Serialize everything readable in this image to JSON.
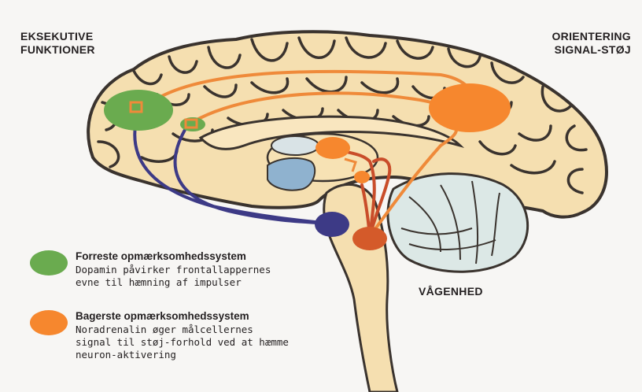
{
  "labels": {
    "executive_line1": "EKSEKUTIVE",
    "executive_line2": "FUNKTIONER",
    "orienting_line1": "ORIENTERING",
    "orienting_line2": "SIGNAL-STØJ",
    "wakefulness": "VÅGENHED"
  },
  "legend": {
    "anterior": {
      "title": "Forreste opmærksomhedssystem",
      "line1": "Dopamin påvirker frontallappernes",
      "line2": "evne til hæmning af impulser",
      "color": "#6aab4f"
    },
    "posterior": {
      "title": "Bagerste opmærksomhedssystem",
      "line1": "Noradrenalin øger målcellernes",
      "line2": "signal til støj-forhold ved at hæmme",
      "line3": "neuron-aktivering",
      "color": "#f6872e"
    }
  },
  "colors": {
    "brain_fill": "#f5dfb0",
    "brain_outline": "#3a332e",
    "green_region": "#6aab4f",
    "orange_region": "#f6872e",
    "dark_orange": "#d45a2a",
    "purple_region": "#3d3a86",
    "purple_path": "#3d3a86",
    "orange_path": "#ef8a3a",
    "red_path": "#c94d2a",
    "ventricle_blue": "#8fb2cf",
    "cerebellum_fill": "#dce8e6"
  }
}
